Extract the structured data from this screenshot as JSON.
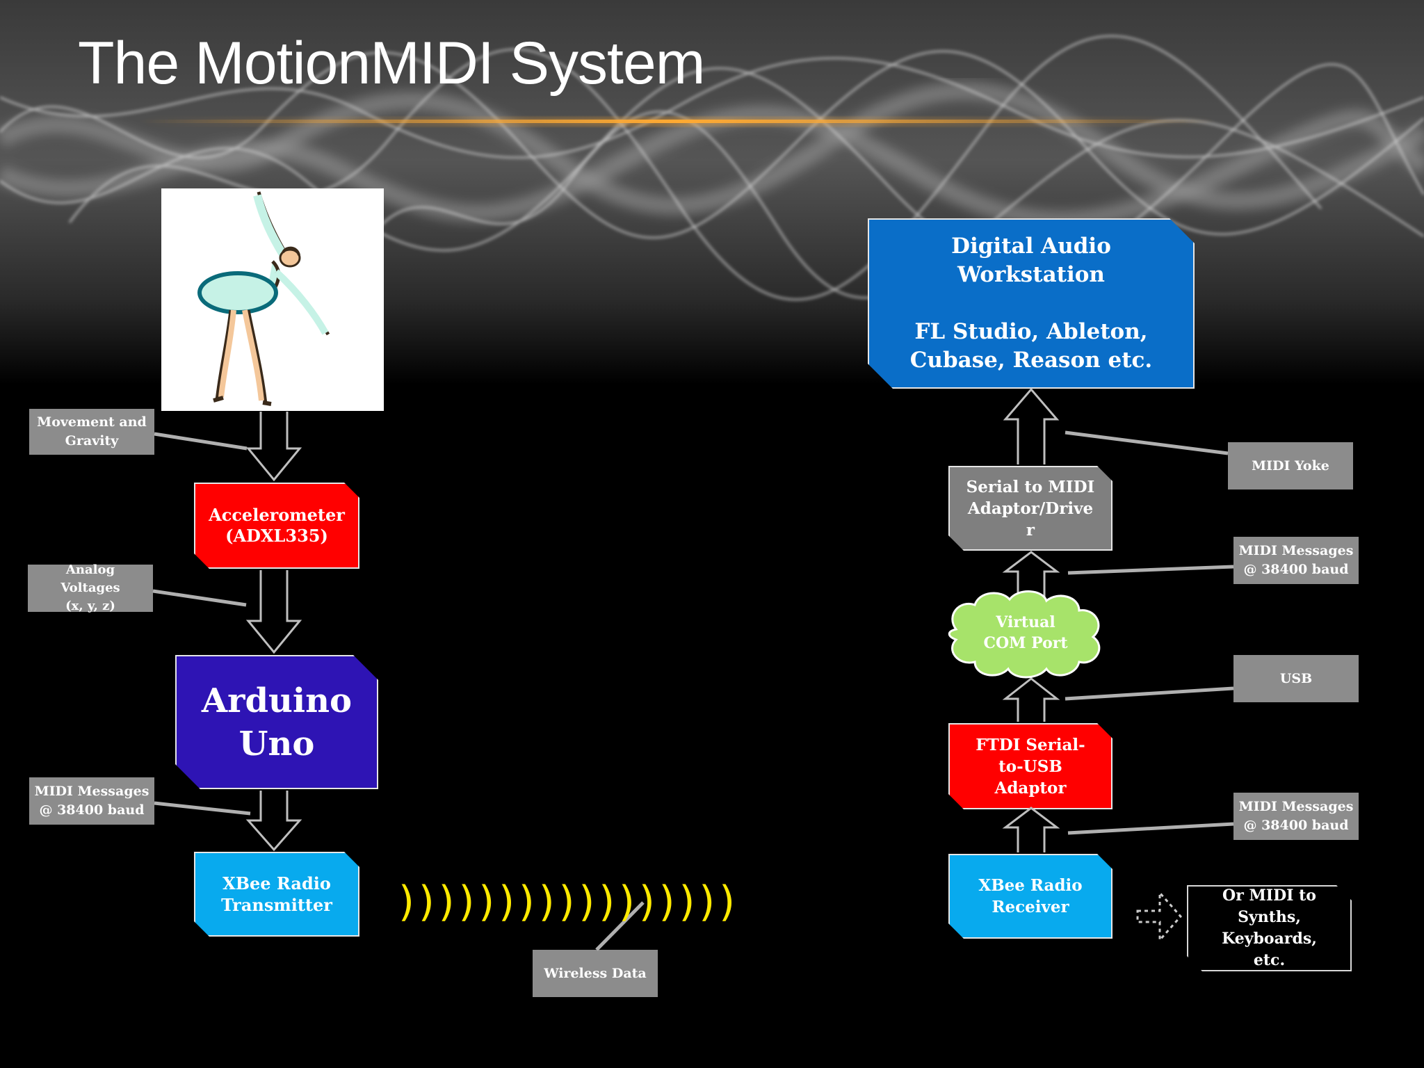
{
  "slide": {
    "title": "The MotionMIDI System"
  },
  "left_chain": {
    "accelerometer": "Accelerometer\n(ADXL335)",
    "arduino": "Arduino\nUno",
    "xbee_tx": "XBee Radio\nTransmitter"
  },
  "right_chain": {
    "daw": "Digital Audio\nWorkstation\n\nFL Studio,  Ableton,\nCubase,  Reason  etc.",
    "serial_midi": "Serial to MIDI\nAdaptor/Drive\nr",
    "virtual_com": "Virtual\nCOM Port",
    "ftdi": "FTDI Serial-\nto-USB\nAdaptor",
    "xbee_rx": "XBee Radio\nReceiver",
    "alt_output": "Or MIDI to\nSynths,\nKeyboards,\netc."
  },
  "labels": {
    "movement": "Movement and\nGravity",
    "analog": "Analog\nVoltages\n(x, y, z)",
    "midi_left": "MIDI Messages\n@ 38400 baud",
    "wireless": "Wireless Data",
    "midi_yoke": "MIDI Yoke",
    "midi_right_top": "MIDI Messages\n@ 38400 baud",
    "usb": "USB",
    "midi_right_bottom": "MIDI Messages\n@ 38400 baud"
  },
  "wireless_waves": ")))))))))))))))))",
  "colors": {
    "accelerometer": "#ff0000",
    "arduino": "#2e14b4",
    "xbee": "#08aaee",
    "daw": "#0a6ec8",
    "serial_midi": "#7f7f7f",
    "cloud": "#a7e36a",
    "ftdi": "#ff0000",
    "alt_output": "#000000",
    "waves": "#ffea00",
    "accent_line": "#ffaa33"
  }
}
